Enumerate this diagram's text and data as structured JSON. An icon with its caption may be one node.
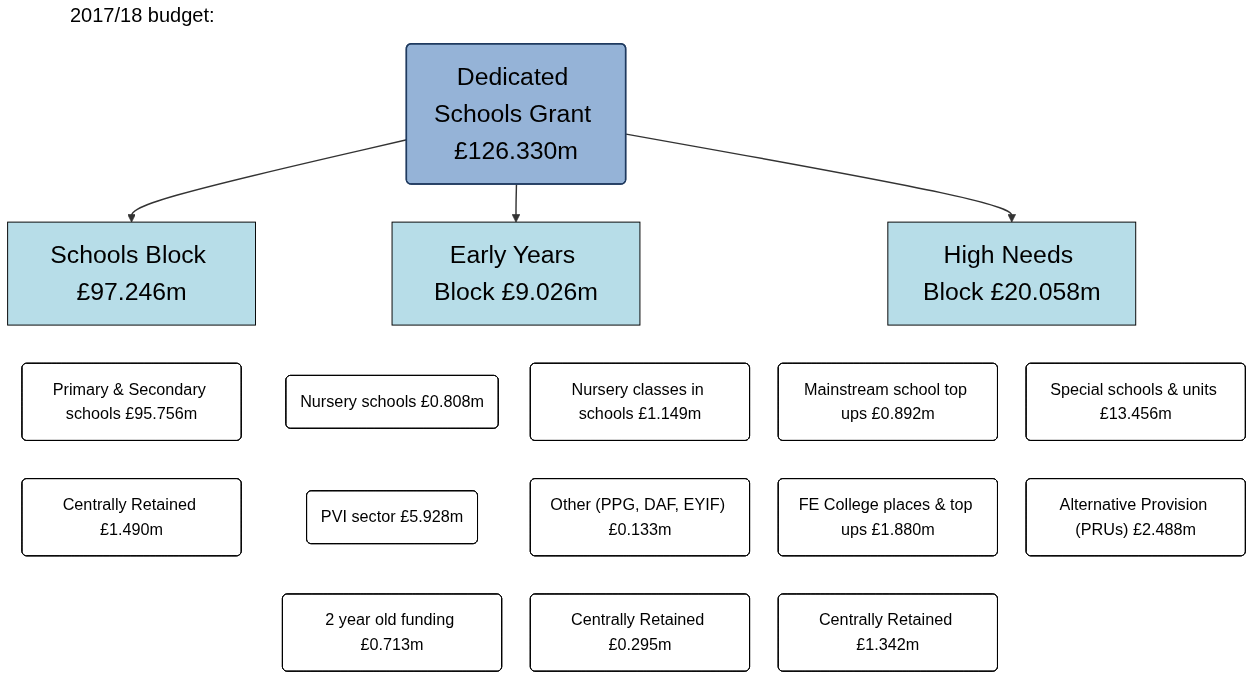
{
  "diagram": {
    "title": "2017/18 budget:",
    "nodes": [
      {
        "text": [
          "Dedicated Schools Grant £126.330m"
        ]
      },
      {
        "text": [
          "Schools Block £97.246m"
        ]
      },
      {
        "text": [
          "Early Years Block £9.026m"
        ]
      },
      {
        "text": [
          "High Needs Block £20.058m"
        ]
      },
      {
        "text": [
          "Primary & Secondary schools £95.756m"
        ]
      },
      {
        "text": [
          "Centrally Retained £1.490m"
        ]
      },
      {
        "text": [
          "Nursery schools £0.808m"
        ]
      },
      {
        "text": [
          "Nursery classes in schools £1.149m"
        ]
      },
      {
        "text": [
          "PVI sector £5.928m"
        ]
      },
      {
        "text": [
          "Other (PPG, DAF, EYIF) £0.133m"
        ]
      },
      {
        "text": [
          "2 year old funding £0.713m"
        ]
      },
      {
        "text": [
          "Centrally Retained £0.295m"
        ]
      },
      {
        "text": [
          "Special schools & units £13.456m"
        ]
      },
      {
        "text": [
          "Mainstream school top ups £0.892m"
        ]
      },
      {
        "text": [
          "FE College places & top ups £1.880m"
        ]
      },
      {
        "text": [
          "Alternative Provision (PRUs) £2.488m"
        ]
      },
      {
        "text": [
          "Centrally Retained £1.342m"
        ]
      }
    ],
    "edges": [
      {
        "from": 0,
        "to": 1,
        "arrow": "to"
      },
      {
        "from": 0,
        "to": 2,
        "arrow": "to"
      },
      {
        "from": 0,
        "to": 3,
        "arrow": "to"
      }
    ]
  }
}
